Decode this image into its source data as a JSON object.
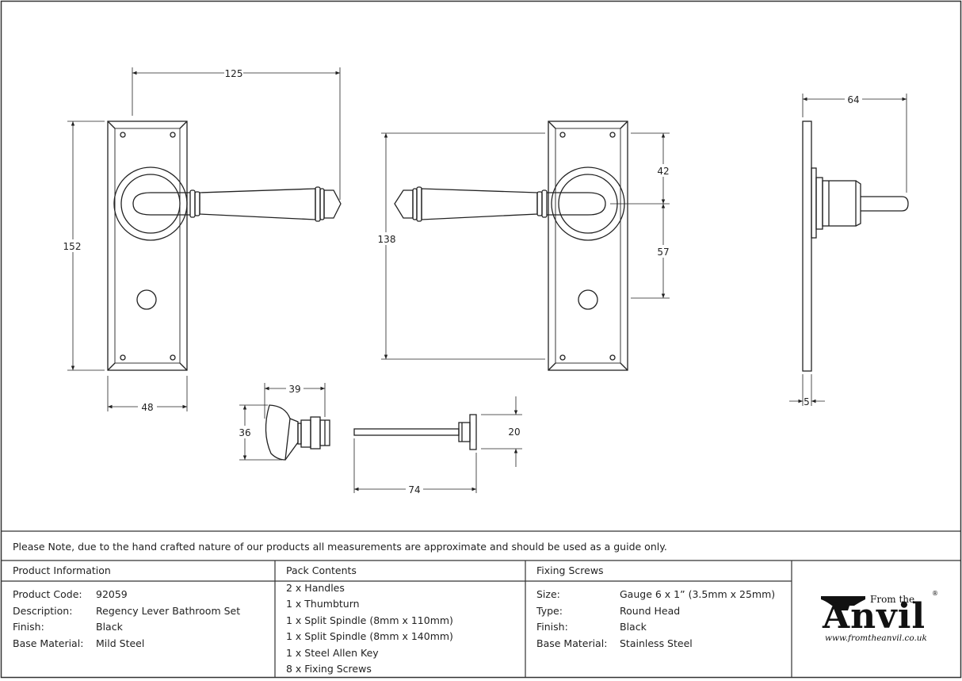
{
  "dimensions": {
    "front_width_top": "125",
    "front_height": "152",
    "front_backplate_width": "48",
    "rear_height": "138",
    "rear_upper": "42",
    "rear_lower": "57",
    "side_projection": "64",
    "side_thickness": "5",
    "thumbturn_width": "39",
    "thumbturn_height": "36",
    "spindle_length": "74",
    "spindle_flange": "20"
  },
  "note": "Please Note, due to the hand crafted nature of our products all measurements are approximate and should be used as a guide only.",
  "product_info": {
    "header": "Product Information",
    "rows": [
      {
        "label": "Product Code:",
        "value": "92059"
      },
      {
        "label": "Description:",
        "value": "Regency Lever Bathroom Set"
      },
      {
        "label": "Finish:",
        "value": "Black"
      },
      {
        "label": "Base Material:",
        "value": "Mild Steel"
      }
    ]
  },
  "pack_contents": {
    "header": "Pack Contents",
    "items": [
      "2 x Handles",
      "1 x Thumbturn",
      "1 x Split Spindle (8mm x 110mm)",
      "1 x Split Spindle (8mm x 140mm)",
      "1 x Steel Allen Key",
      "8 x Fixing Screws"
    ]
  },
  "fixing_screws": {
    "header": "Fixing Screws",
    "rows": [
      {
        "label": "Size:",
        "value": "Gauge 6 x 1” (3.5mm x 25mm)"
      },
      {
        "label": "Type:",
        "value": "Round Head"
      },
      {
        "label": "Finish:",
        "value": "Black"
      },
      {
        "label": "Base Material:",
        "value": "Stainless Steel"
      }
    ]
  },
  "logo": {
    "from_the": "From the",
    "word": "Anvil",
    "registered": "®",
    "url": "www.fromtheanvil.co.uk"
  }
}
